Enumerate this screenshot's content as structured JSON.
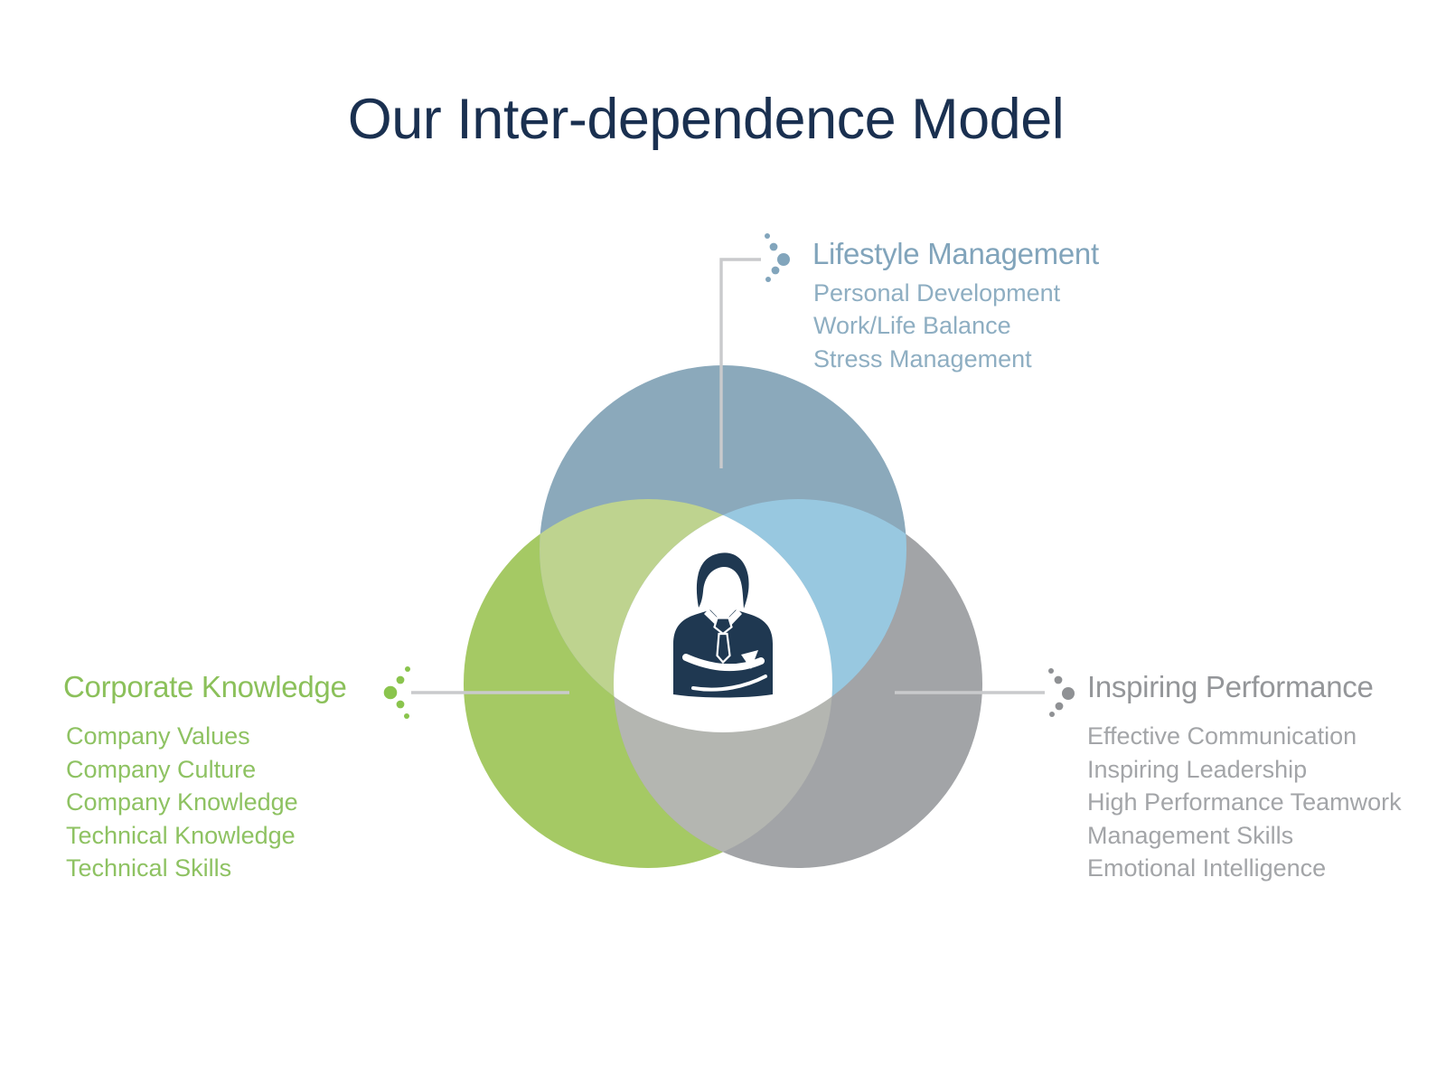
{
  "title": "Our Inter-dependence Model",
  "title_color": "#1A3050",
  "sections": {
    "lifestyle": {
      "label": "Lifestyle Management",
      "items": [
        "Personal Development",
        "Work/Life Balance",
        "Stress Management"
      ],
      "accent_color": "#81A4BB",
      "item_color": "#8EAEC2",
      "circle_color": "#8BA9BB",
      "dots_color": "#82A5BC"
    },
    "corporate": {
      "label": "Corporate Knowledge",
      "items": [
        "Company Values",
        "Company Culture",
        "Company Knowledge",
        "Technical Knowledge",
        "Technical Skills"
      ],
      "accent_color": "#8BC05A",
      "item_color": "#8EC262",
      "circle_color": "#A5C964",
      "dots_color": "#8AC44D"
    },
    "inspiring": {
      "label": "Inspiring Performance",
      "items": [
        "Effective Communication",
        "Inspiring Leadership",
        "High Performance Teamwork",
        "Management Skills",
        "Emotional Intelligence"
      ],
      "accent_color": "#949699",
      "item_color": "#A3A5A8",
      "circle_color": "#A2A4A7",
      "dots_color": "#8F9194"
    }
  },
  "overlaps": {
    "lifestyle_corporate": "#BED38F",
    "lifestyle_inspiring": "#98C8E0",
    "corporate_inspiring": "#B4B6B1",
    "center": "#FFFFFF"
  },
  "icon": {
    "name": "businessman-icon",
    "color": "#1F3851"
  },
  "connector_color": "#C9CACC"
}
